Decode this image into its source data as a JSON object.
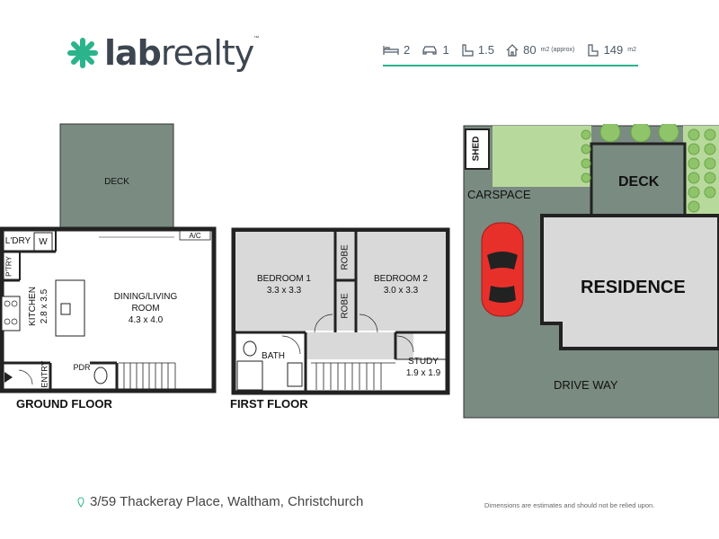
{
  "brand": {
    "name_part1": "lab",
    "name_part2": "realty",
    "tm": "™",
    "accent": "#2bb38c"
  },
  "stats": [
    {
      "icon": "bed-icon",
      "value": "2",
      "unit": ""
    },
    {
      "icon": "car-icon",
      "value": "1",
      "unit": ""
    },
    {
      "icon": "bath-icon",
      "value": "1.5",
      "unit": ""
    },
    {
      "icon": "house-icon",
      "value": "80",
      "unit": "m2 (approx)"
    },
    {
      "icon": "land-icon",
      "value": "149",
      "unit": "m2"
    }
  ],
  "ground_floor": {
    "title": "GROUND FLOOR",
    "deck": "DECK",
    "laundry": "L'DRY",
    "washer": "W",
    "ac": "A/C",
    "pantry": "P'TRY",
    "kitchen": "KITCHEN",
    "kitchen_dims": "2.8 x 3.5",
    "living": "DINING/LIVING",
    "living2": "ROOM",
    "living_dims": "4.3 x 4.0",
    "entry": "ENTRY",
    "powder": "PDR"
  },
  "first_floor": {
    "title": "FIRST FLOOR",
    "bed1": "BEDROOM 1",
    "bed1_dims": "3.3 x 3.3",
    "bed2": "BEDROOM 2",
    "bed2_dims": "3.0 x 3.3",
    "robe": "ROBE",
    "bath": "BATH",
    "study": "STUDY",
    "study_dims": "1.9 x 1.9"
  },
  "site": {
    "shed": "SHED",
    "carspace": "CARSPACE",
    "deck": "DECK",
    "residence": "RESIDENCE",
    "driveway": "DRIVE WAY",
    "grass_color": "#b8d99c",
    "paving_color": "#7a8b82",
    "building_color": "#d9d9d9",
    "car_color": "#e8302b"
  },
  "address": "3/59 Thackeray Place, Waltham, Christchurch",
  "disclaimer": "Dimensions are estimates and should not be relied upon."
}
